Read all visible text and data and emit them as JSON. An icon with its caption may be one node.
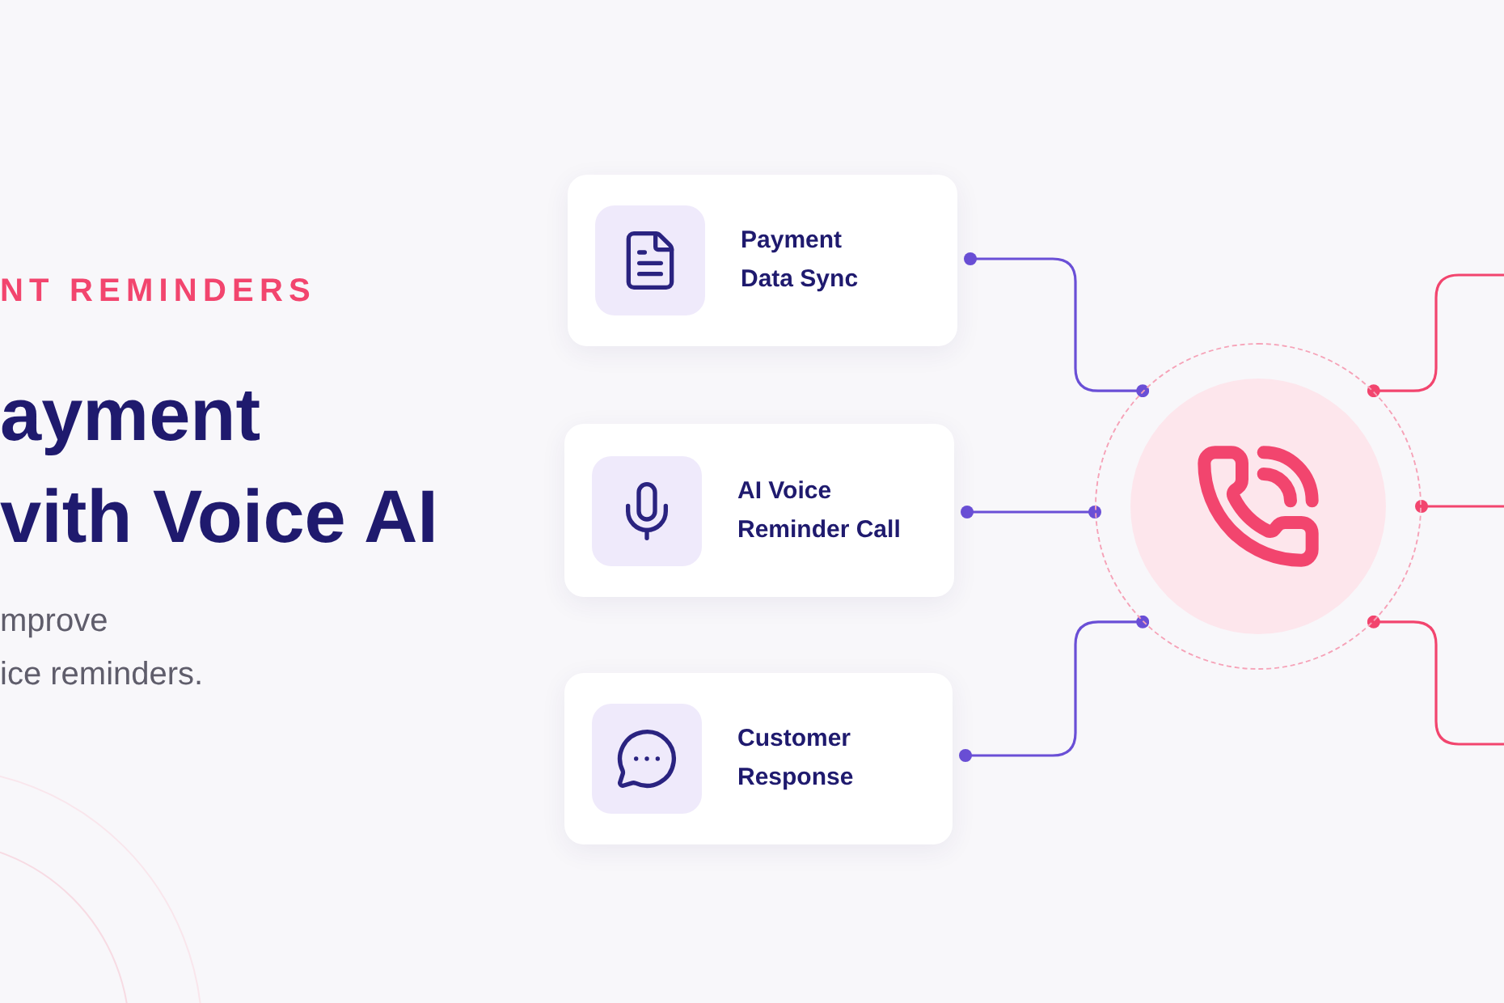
{
  "diagram": {
    "nodes": [
      {
        "text": [
          "Payment Data Sync"
        ]
      },
      {
        "text": [
          "AI Voice Reminder Call"
        ]
      },
      {
        "text": [
          "Customer Response"
        ]
      },
      {
        "text": [],
        "shape": "circle"
      }
    ],
    "edges": [
      {
        "from": 0,
        "to": 3,
        "arrow": "other"
      },
      {
        "from": 1,
        "to": 3,
        "arrow": "other"
      },
      {
        "from": 2,
        "to": 3,
        "arrow": "other"
      },
      {
        "from": 3,
        "to": null,
        "arrow": "other",
        "color": "#f2456e"
      },
      {
        "from": 3,
        "to": null,
        "arrow": "other",
        "color": "#f2456e"
      },
      {
        "from": 3,
        "to": null,
        "arrow": "other",
        "color": "#f2456e"
      }
    ],
    "labels": [
      "NT REMINDERS",
      "ayment",
      "vith Voice AI",
      "mprove",
      "ice reminders."
    ]
  }
}
